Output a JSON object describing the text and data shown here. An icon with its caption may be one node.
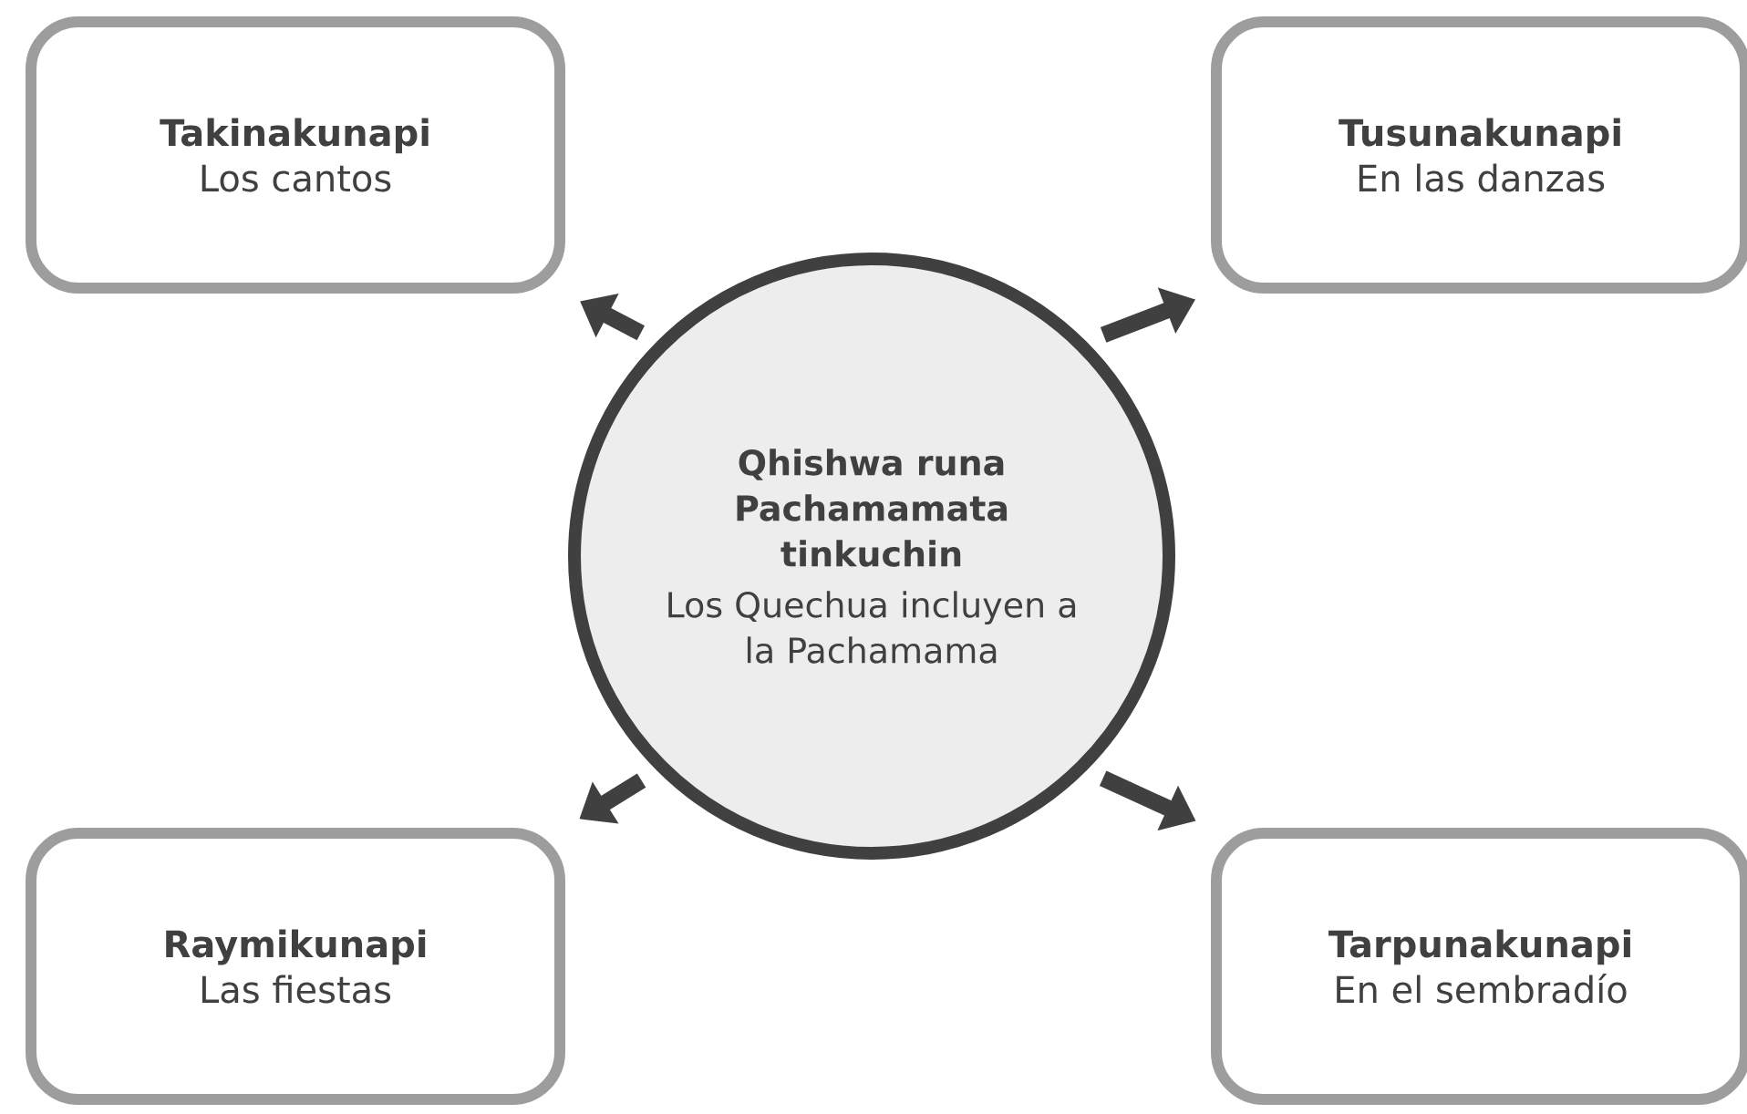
{
  "diagram": {
    "nodes": [
      {
        "text": [
          "Takinakunapi",
          "Los cantos"
        ]
      },
      {
        "text": [
          "Tusunakunapi",
          "En las danzas"
        ]
      },
      {
        "text": [
          "Qhishwa runa Pachamamata tinkuchin",
          "Los Quechua incluyen a la Pachamama"
        ]
      },
      {
        "text": [
          "Raymikunapi",
          "Las fiestas"
        ]
      },
      {
        "text": [
          "Tarpunakunapi",
          "En el sembradío"
        ]
      }
    ],
    "edges": [
      {
        "from": 2,
        "to": 0,
        "arrow": "to"
      },
      {
        "from": 2,
        "to": 1,
        "arrow": "to"
      },
      {
        "from": 2,
        "to": 3,
        "arrow": "to"
      },
      {
        "from": 2,
        "to": 4,
        "arrow": "to"
      }
    ]
  }
}
